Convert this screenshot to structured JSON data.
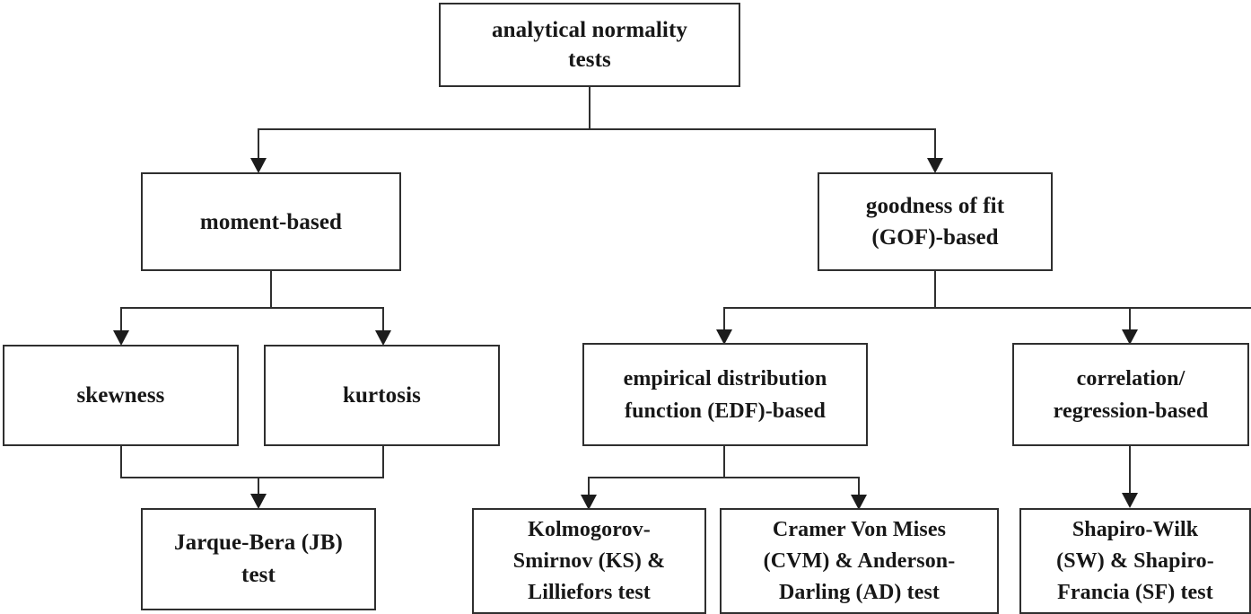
{
  "diagram": {
    "type": "flowchart-tree",
    "orientation": "top-down",
    "border_color": "#2f2f2f",
    "text_color": "#171717",
    "background": "#ffffff",
    "nodes": {
      "root": "analytical normality\ntests",
      "moment_based": "moment-based",
      "gof_based": "goodness of fit\n(GOF)-based",
      "skewness": "skewness",
      "kurtosis": "kurtosis",
      "edf_based": "empirical distribution\nfunction (EDF)-based",
      "correlation_based": "correlation/\nregression-based",
      "jarque_bera": "Jarque-Bera (JB)\ntest",
      "ks_lilliefors": "Kolmogorov-\nSmirnov (KS) &\nLilliefors test",
      "cvm_ad": "Cramer Von Mises\n(CVM) & Anderson-\nDarling (AD) test",
      "sw_sf": "Shapiro-Wilk\n(SW) &  Shapiro-\nFrancia (SF) test"
    },
    "edges": [
      {
        "from": "root",
        "to": "moment_based"
      },
      {
        "from": "root",
        "to": "gof_based"
      },
      {
        "from": "moment_based",
        "to": "skewness"
      },
      {
        "from": "moment_based",
        "to": "kurtosis"
      },
      {
        "from": "skewness",
        "to": "jarque_bera"
      },
      {
        "from": "kurtosis",
        "to": "jarque_bera"
      },
      {
        "from": "gof_based",
        "to": "edf_based"
      },
      {
        "from": "gof_based",
        "to": "correlation_based"
      },
      {
        "from": "edf_based",
        "to": "ks_lilliefors"
      },
      {
        "from": "edf_based",
        "to": "cvm_ad"
      },
      {
        "from": "correlation_based",
        "to": "sw_sf"
      }
    ]
  }
}
